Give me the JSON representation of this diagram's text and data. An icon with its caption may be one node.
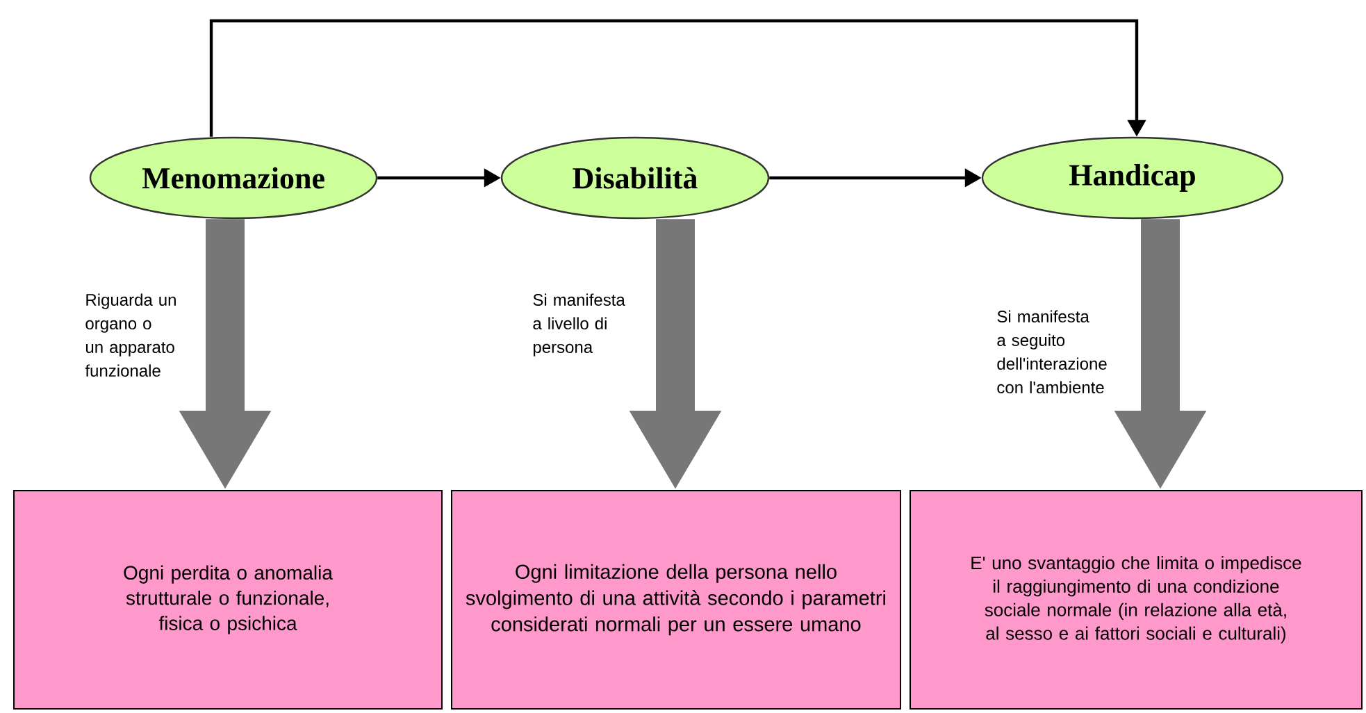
{
  "diagram": {
    "nodes": [
      {
        "text": [
          "Menomazione"
        ]
      },
      {
        "text": [
          "Disabilità"
        ]
      },
      {
        "text": [
          "Handicap"
        ]
      },
      {
        "text": [
          "Ogni perdita o anomalia strutturale o funzionale, fisica o psichica"
        ]
      },
      {
        "text": [
          "Ogni limitazione della persona nello svolgimento di una attività secondo i parametri considerati normali per un essere umano"
        ]
      },
      {
        "text": [
          "E' uno svantaggio che limita o impedisce il raggiungimento di una condizione sociale normale (in relazione alla età, al sesso e ai fattori sociali e culturali)"
        ]
      }
    ],
    "edges": [
      {
        "from": 0,
        "to": 1,
        "arrow": "to"
      },
      {
        "from": 1,
        "to": 2,
        "arrow": "to"
      },
      {
        "from": 0,
        "to": 2,
        "arrow": "to"
      },
      {
        "from": 0,
        "to": 3,
        "arrow": "to",
        "label": "Riguarda un organo o un apparato funzionale",
        "style": "thick",
        "color": "#777777"
      },
      {
        "from": 1,
        "to": 4,
        "arrow": "to",
        "label": "Si manifesta a livello di persona",
        "style": "thick",
        "color": "#777777"
      },
      {
        "from": 2,
        "to": 5,
        "arrow": "to",
        "label": "Si manifesta a seguito dell'interazione con l'ambiente",
        "style": "thick",
        "color": "#777777"
      }
    ]
  }
}
